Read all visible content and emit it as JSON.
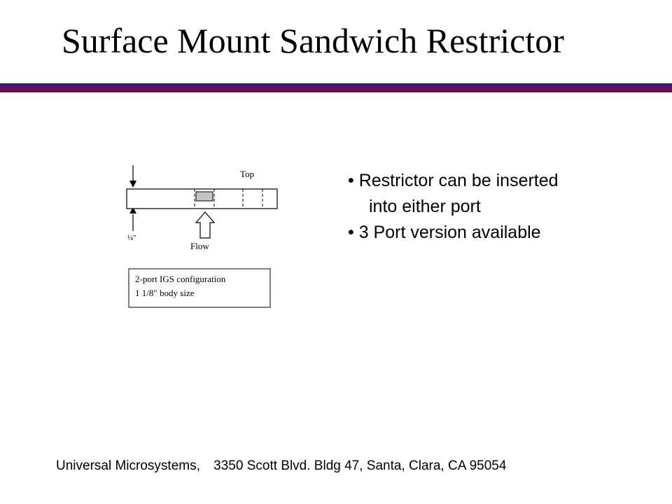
{
  "slide": {
    "title": "Surface Mount Sandwich Restrictor",
    "colors": {
      "rule_purple": "#5a0b78",
      "rule_maroon": "#7a1030",
      "rule_navy": "#1a2a6a",
      "restrictor_fill": "#c4c4c4"
    }
  },
  "diagram": {
    "top_label": "Top",
    "flow_label": "Flow",
    "dimension_label": "¼″",
    "config_box": {
      "line1": "2-port IGS configuration",
      "line2": "1 1/8″ body size"
    }
  },
  "bullets": [
    {
      "text": "• Restrictor can be inserted"
    },
    {
      "text": "into either port"
    },
    {
      "text": "• 3 Port version available"
    }
  ],
  "footer": {
    "company": "Universal Microsystems,",
    "address": "3350 Scott Blvd. Bldg 47, Santa, Clara, CA 95054"
  }
}
